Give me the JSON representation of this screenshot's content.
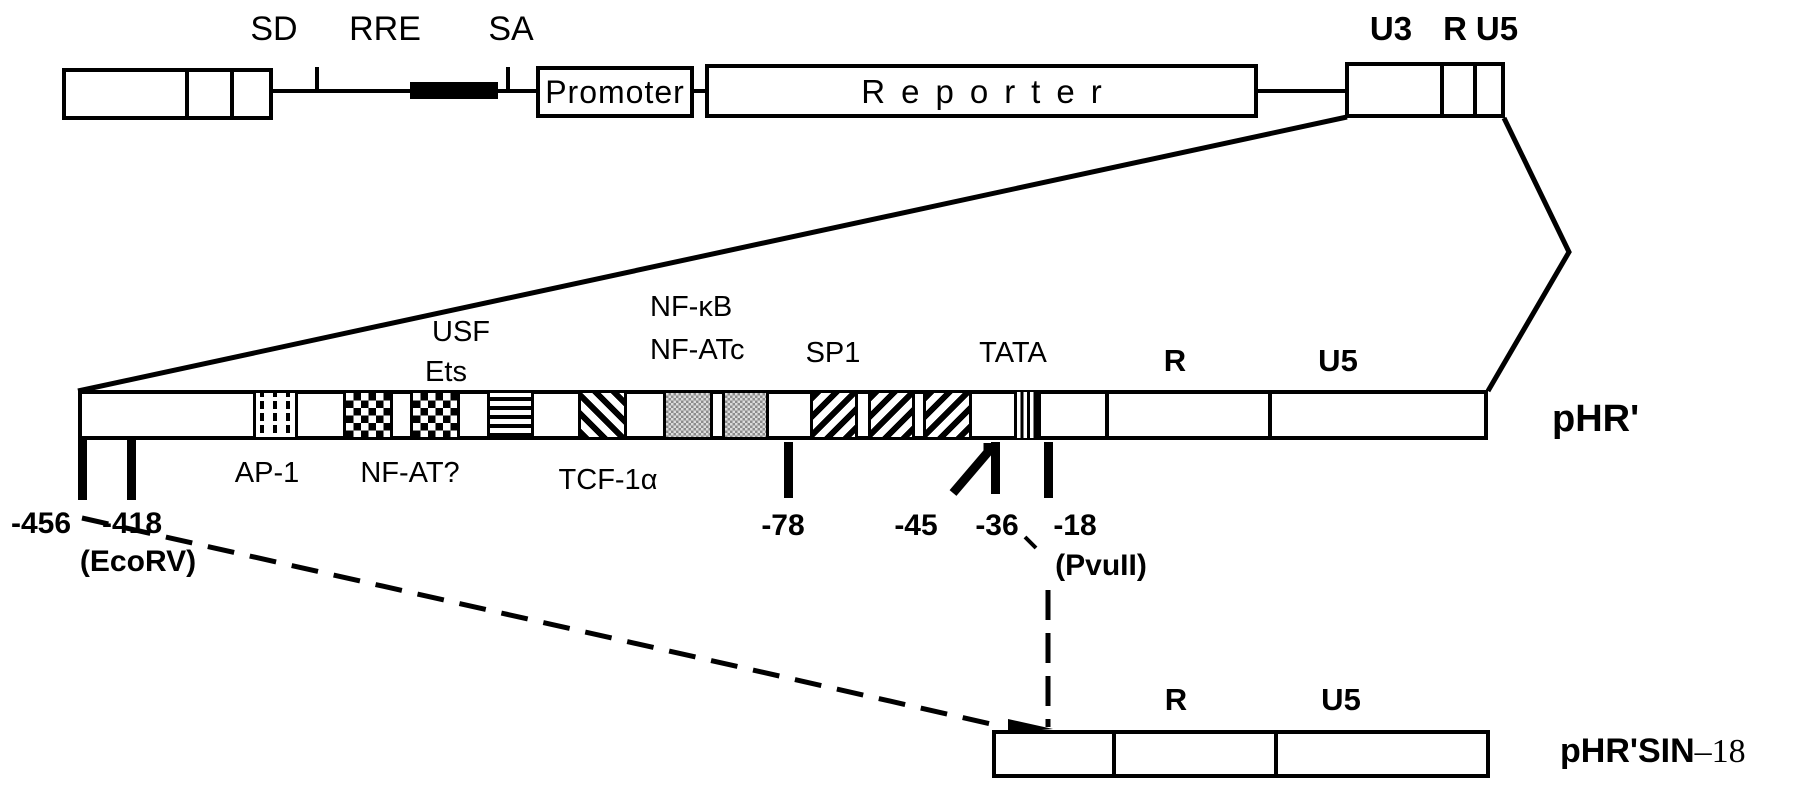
{
  "colors": {
    "ink": "#000000",
    "background": "#ffffff"
  },
  "top_construct": {
    "sd": "SD",
    "rre": "RRE",
    "sa": "SA",
    "promoter": "Promoter",
    "reporter": "Reporter",
    "u3": "U3",
    "r": "R",
    "u5": "U5"
  },
  "phr": {
    "name": "pHR'",
    "usf": "USF",
    "ets": "Ets",
    "nfkb": "NF-κB",
    "nfatc": "NF-ATc",
    "sp1": "SP1",
    "tata": "TATA",
    "r": "R",
    "u5": "U5",
    "ap1": "AP-1",
    "nfat": "NF-AT?",
    "tcf1a": "TCF-1α",
    "pos456": "-456",
    "pos418": "-418",
    "ecorv": "(EcoRV)",
    "pos78": "-78",
    "pos45": "-45",
    "pos36": "-36",
    "pos18": "-18",
    "pvuii": "(PvuII)"
  },
  "sin": {
    "r": "R",
    "u5": "U5",
    "name_bold": "pHR'SIN",
    "name_suffix": "–18"
  }
}
